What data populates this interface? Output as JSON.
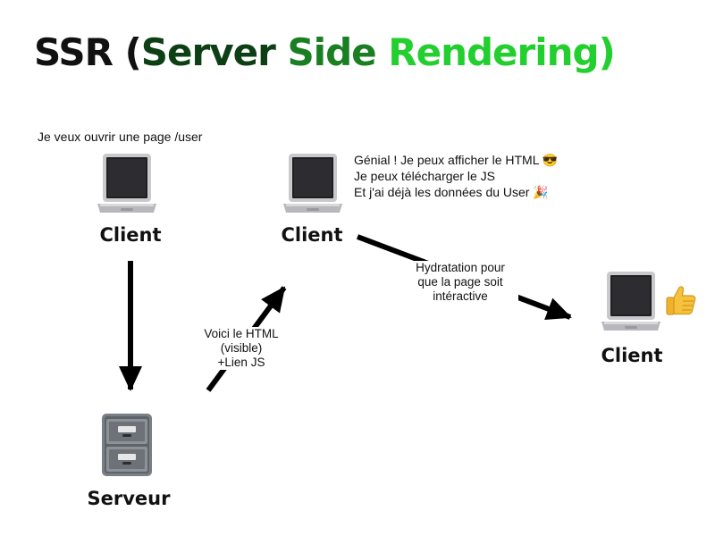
{
  "title": {
    "part1": "SSR (",
    "part2": "Server ",
    "part3": "Side ",
    "part4": "Rendering)"
  },
  "nodes": {
    "client1": {
      "label": "Client",
      "note": "Je veux ouvrir une page /user"
    },
    "server": {
      "label": "Serveur"
    },
    "client2": {
      "label": "Client",
      "note_lines": [
        "Génial ! Je peux afficher le HTML 😎",
        "Je peux télécharger le JS",
        "Et j'ai déjà les données du User 🎉"
      ]
    },
    "client3": {
      "label": "Client"
    }
  },
  "edges": {
    "server_to_client2": {
      "lines": [
        "Voici le HTML",
        "(visible)",
        "+Lien JS"
      ]
    },
    "client2_to_client3": {
      "lines": [
        "Hydratation pour",
        "que la page soit",
        "intéractive"
      ]
    }
  },
  "colors": {
    "title_dark": "#111111",
    "title_green_dark": "#0c3f14",
    "title_green_mid": "#1a7e22",
    "title_green_bright": "#22cf2e",
    "arrow": "#000000"
  },
  "icons": [
    "laptop-icon",
    "filing-cabinet-icon",
    "thumbs-up-icon",
    "sunglasses-emoji",
    "party-popper-emoji"
  ]
}
